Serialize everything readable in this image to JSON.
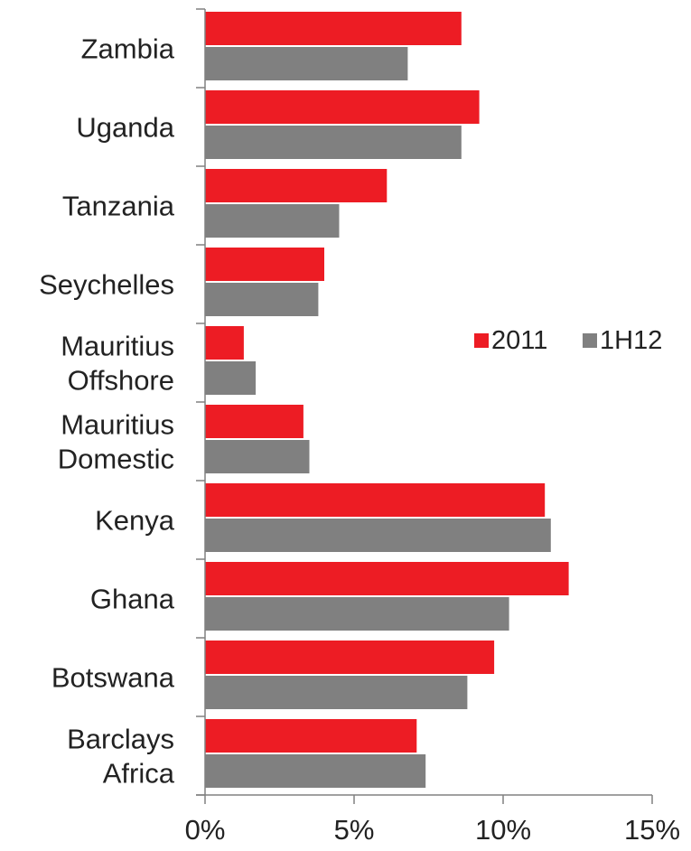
{
  "chart_data": {
    "type": "bar",
    "orientation": "horizontal",
    "categories": [
      [
        "Zambia"
      ],
      [
        "Uganda"
      ],
      [
        "Tanzania"
      ],
      [
        "Seychelles"
      ],
      [
        "Mauritius",
        "Offshore"
      ],
      [
        "Mauritius",
        "Domestic"
      ],
      [
        "Kenya"
      ],
      [
        "Ghana"
      ],
      [
        "Botswana"
      ],
      [
        "Barclays",
        "Africa"
      ]
    ],
    "series": [
      {
        "name": "2011",
        "color": "#ED1C24",
        "values": [
          8.6,
          9.2,
          6.1,
          4.0,
          1.3,
          3.3,
          11.4,
          12.2,
          9.7,
          7.1
        ]
      },
      {
        "name": "1H12",
        "color": "#808080",
        "values": [
          6.8,
          8.6,
          4.5,
          3.8,
          1.7,
          3.5,
          11.6,
          10.2,
          8.8,
          7.4
        ]
      }
    ],
    "xlim": [
      0,
      15
    ],
    "xticks": [
      0,
      5,
      10,
      15
    ],
    "xtick_labels": [
      "0%",
      "5%",
      "10%",
      "15%"
    ],
    "grid": false,
    "legend": "right"
  }
}
